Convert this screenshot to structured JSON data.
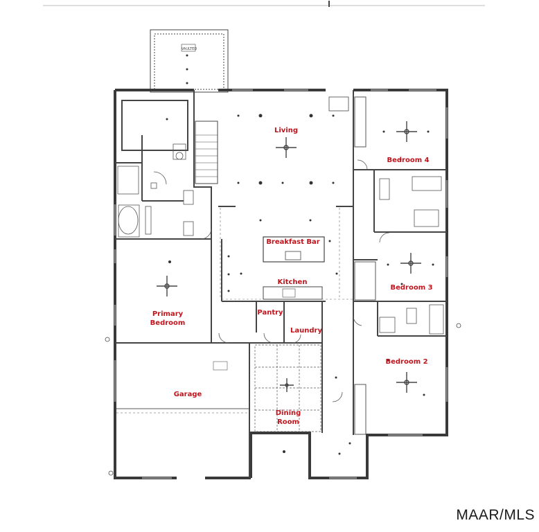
{
  "rooms": {
    "living": "Living",
    "bedroom4": "Bedroom 4",
    "breakfast_bar": "Breakfast Bar",
    "kitchen": "Kitchen",
    "bedroom3": "Bedroom 3",
    "primary_line1": "Primary",
    "primary_line2": "Bedroom",
    "pantry": "Pantry",
    "laundry": "Laundry",
    "bedroom2": "Bedroom 2",
    "garage": "Garage",
    "dining_line1": "Dining",
    "dining_line2": "Room"
  },
  "watermark": "MAAR/MLS",
  "colors": {
    "label": "#c0141c",
    "wall": "#3a3a3a",
    "line": "#555555"
  }
}
